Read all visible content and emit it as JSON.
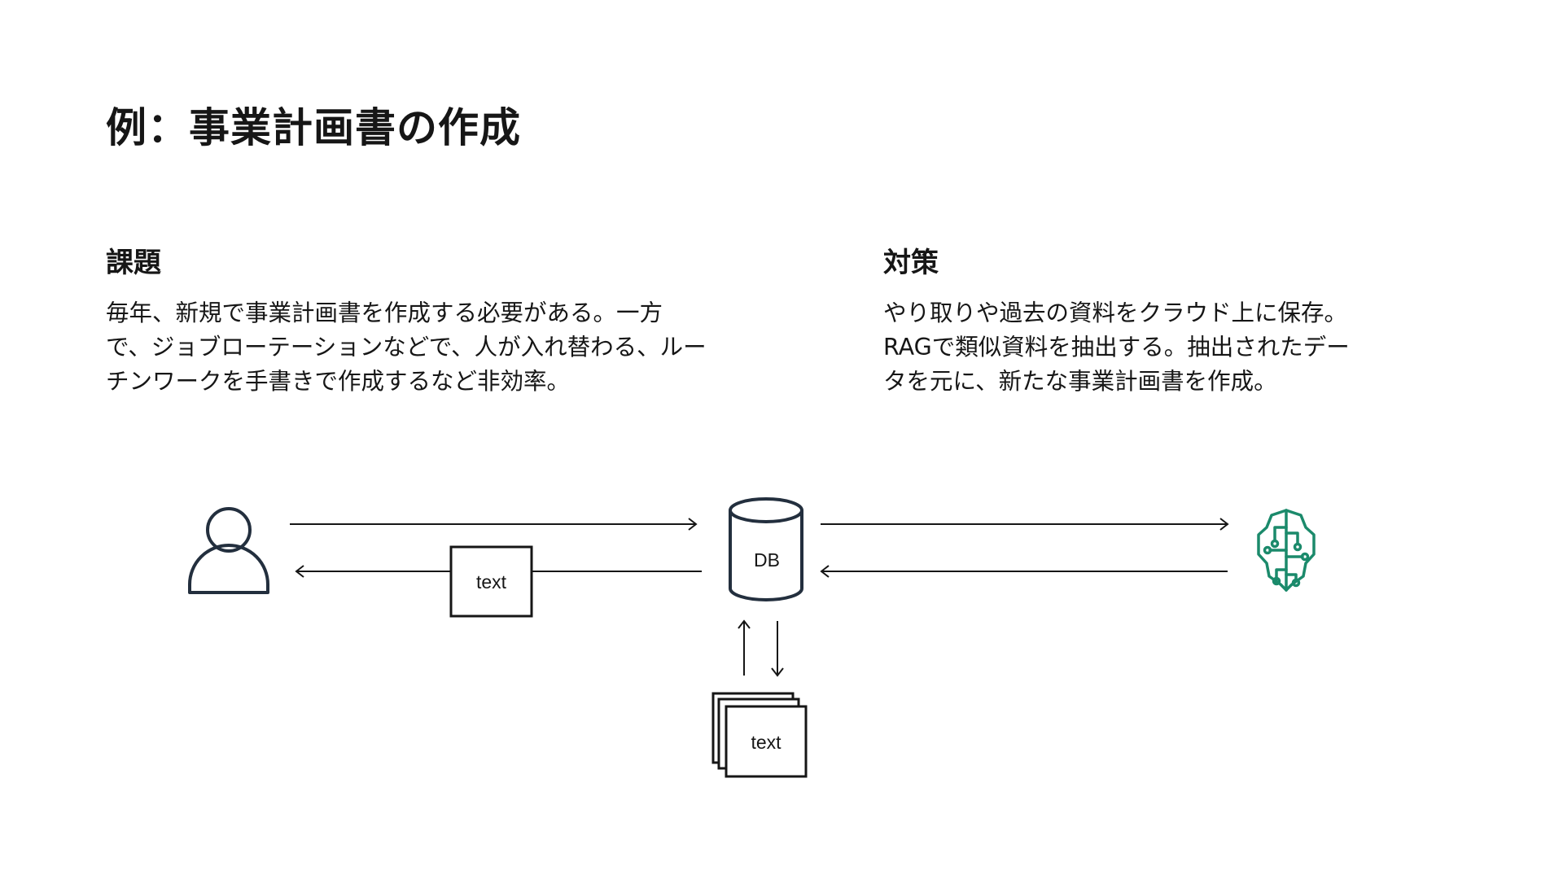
{
  "title": "例：事業計画書の作成",
  "problem": {
    "heading": "課題",
    "lines": [
      "毎年、新規で事業計画書を作成する必要がある。一方",
      "で、ジョブローテーションなどで、人が入れ替わる、ルー",
      "チンワークを手書きで作成するなど非効率。"
    ]
  },
  "solution": {
    "heading": "対策",
    "lines": [
      "やり取りや過去の資料をクラウド上に保存。",
      "RAGで類似資料を抽出する。抽出されたデー",
      "タを元に、新たな事業計画書を作成。"
    ]
  },
  "diagram": {
    "output_doc_label": "text",
    "db_label": "DB",
    "stored_docs_label": "text",
    "icons": {
      "user": "user-icon",
      "database": "database-icon",
      "ai": "ai-brain-icon"
    },
    "colors": {
      "stroke": "#232f3e",
      "ai_green": "#1b8a6b"
    }
  }
}
